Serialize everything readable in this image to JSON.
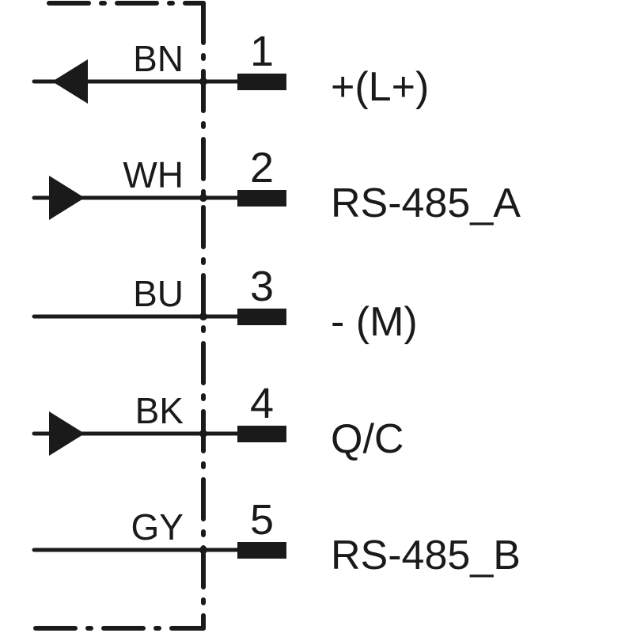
{
  "diagram": {
    "line_color": "#1a1a1a",
    "pins": [
      {
        "number": "1",
        "wire_color": "BN",
        "signal": "+(L+)",
        "arrow": "out"
      },
      {
        "number": "2",
        "wire_color": "WH",
        "signal": "RS-485_A",
        "arrow": "in"
      },
      {
        "number": "3",
        "wire_color": "BU",
        "signal": "- (M)",
        "arrow": "none"
      },
      {
        "number": "4",
        "wire_color": "BK",
        "signal": "Q/C",
        "arrow": "in"
      },
      {
        "number": "5",
        "wire_color": "GY",
        "signal": "RS-485_B",
        "arrow": "none"
      }
    ]
  }
}
